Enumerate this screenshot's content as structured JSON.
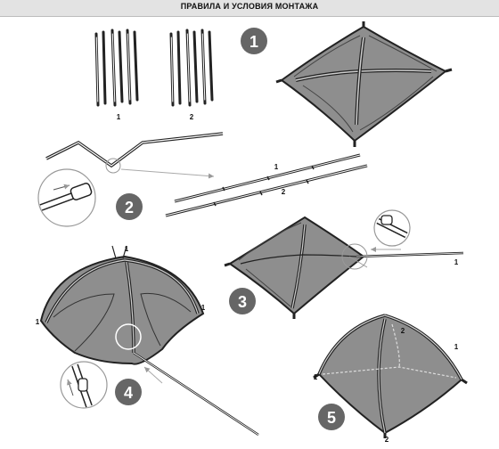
{
  "header": {
    "title": "ПРАВИЛА И УСЛОВИЯ МОНТАЖА"
  },
  "colors": {
    "step_circle": "#666666",
    "tent_fill": "#8e8e8e",
    "pole": "#222222",
    "header_bg": "#e3e3e3"
  },
  "steps": [
    {
      "number": "1"
    },
    {
      "number": "2"
    },
    {
      "number": "3"
    },
    {
      "number": "4"
    },
    {
      "number": "5"
    }
  ],
  "labels": {
    "s1_set1": "1",
    "s1_set2": "2",
    "s2_pole1": "1",
    "s2_pole2": "2",
    "s3_pole": "1",
    "s4_top": "1",
    "s4_left": "1",
    "s4_right": "1",
    "s5_right": "1",
    "s5_left": "1",
    "s5_top": "2",
    "s5_bottom": "2"
  },
  "icons": [
    "pole-bundle-icon",
    "magnifier-icon",
    "arrow-icon"
  ]
}
